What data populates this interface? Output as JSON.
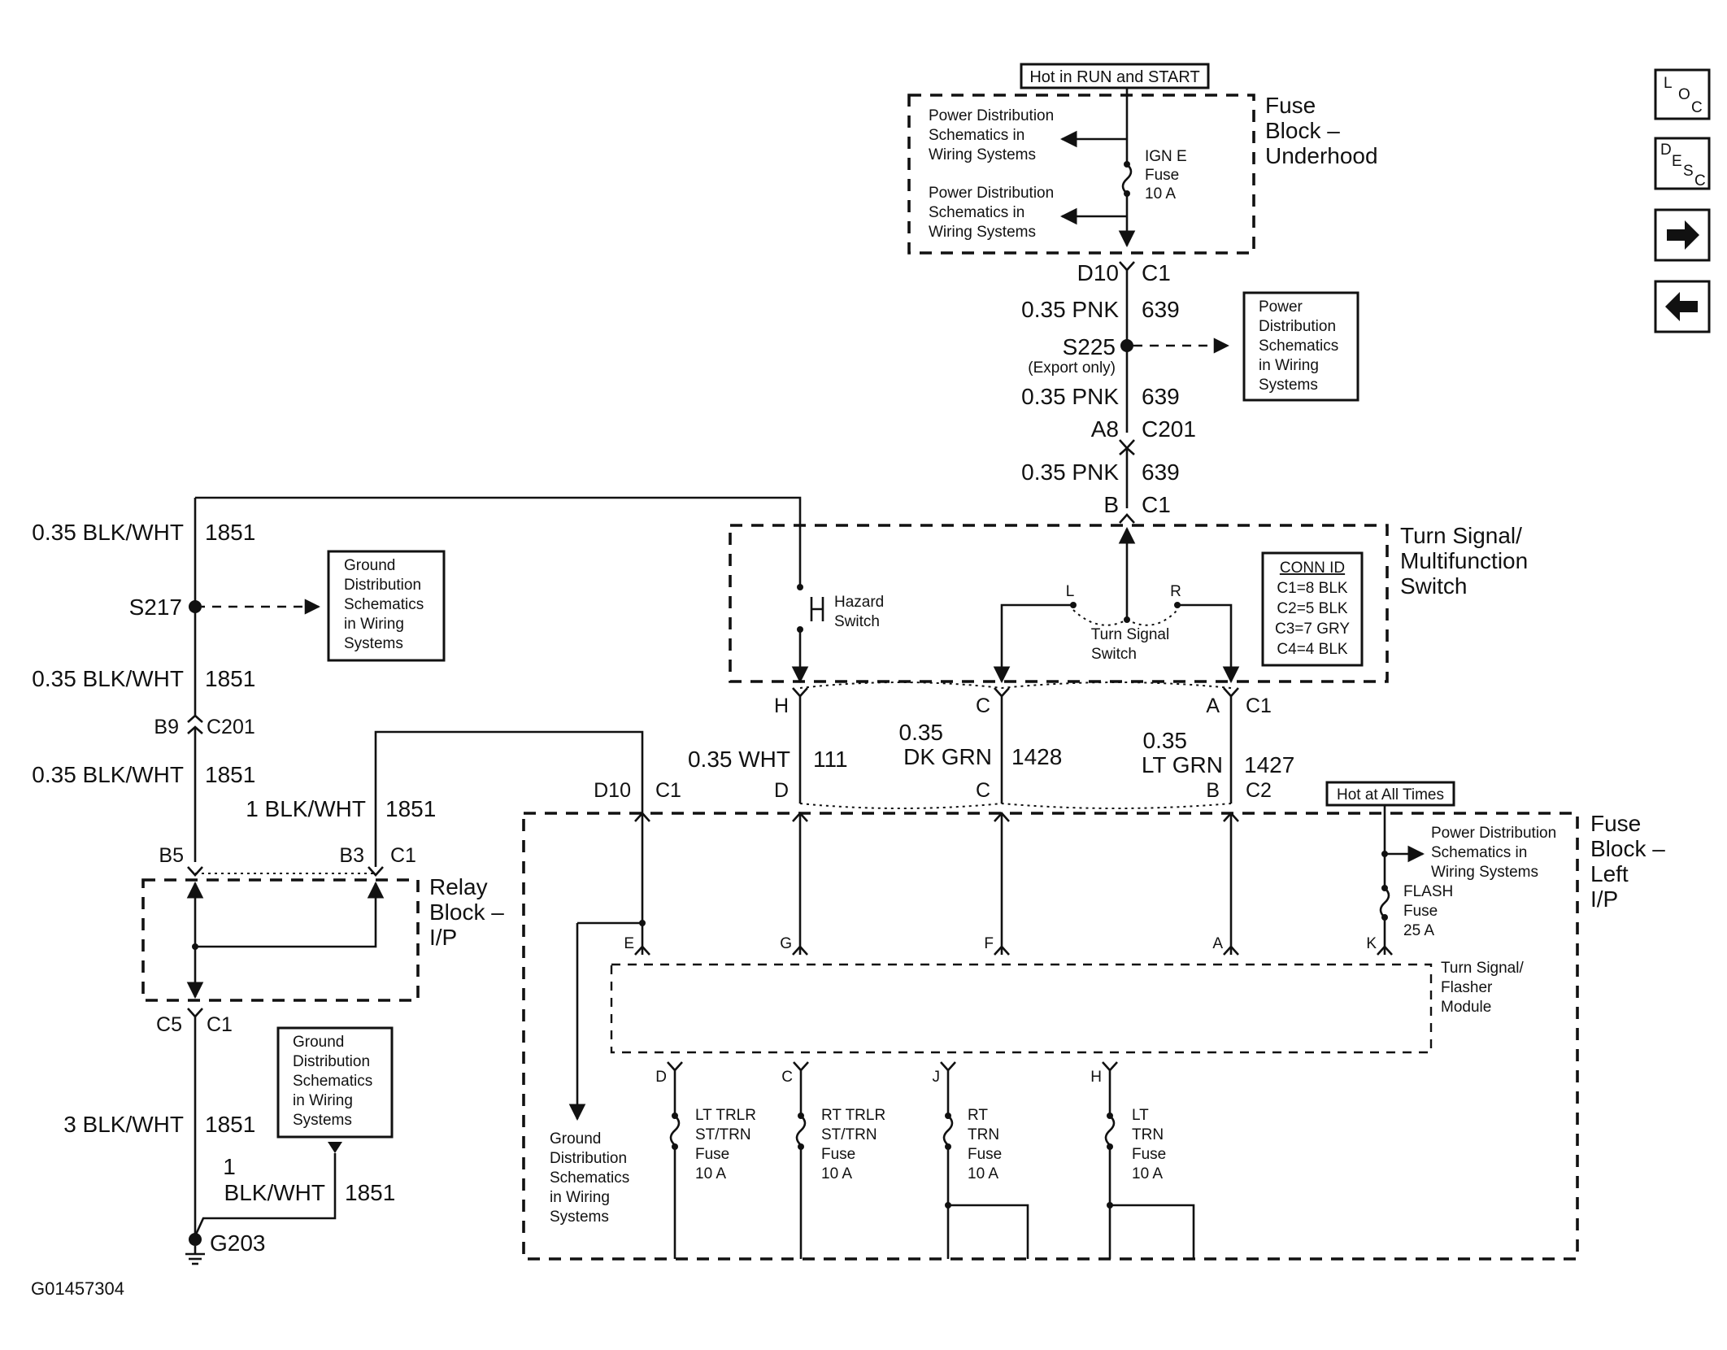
{
  "fuse_block_underhood": {
    "title": [
      "Fuse",
      "Block –",
      "Underhood"
    ],
    "hot_label": "Hot in RUN and START",
    "pd_ref_1": [
      "Power Distribution",
      "Schematics in",
      "Wiring Systems"
    ],
    "pd_ref_2": [
      "Power Distribution",
      "Schematics in",
      "Wiring Systems"
    ],
    "fuse": [
      "IGN E",
      "Fuse",
      "10 A"
    ],
    "conn_pin": "D10",
    "conn_id": "C1"
  },
  "feed": {
    "wire1_color": "0.35 PNK",
    "wire1_circuit": "639",
    "splice_name": "S225",
    "splice_note": "(Export only)",
    "pd_box": [
      "Power",
      "Distribution",
      "Schematics",
      "in Wiring",
      "Systems"
    ],
    "wire2_color": "0.35 PNK",
    "wire2_circuit": "639",
    "conn2_pin": "A8",
    "conn2_id": "C201",
    "wire3_color": "0.35 PNK",
    "wire3_circuit": "639",
    "conn3_pin": "B",
    "conn3_id": "C1"
  },
  "turn_signal_switch": {
    "title": [
      "Turn Signal/",
      "Multifunction",
      "Switch"
    ],
    "hazard_switch": [
      "Hazard",
      "Switch"
    ],
    "turn_switch": [
      "Turn Signal",
      "Switch"
    ],
    "pos_left": "L",
    "pos_right": "R",
    "conn_table_header": "CONN ID",
    "conn_table_rows": [
      "C1=8 BLK",
      "C2=5 BLK",
      "C3=7 GRY",
      "C4=4 BLK"
    ],
    "pin_h": "H",
    "pin_c": "C",
    "pin_a": "A",
    "conn_c1": "C1"
  },
  "mid_wires": {
    "w111_color": "0.35 WHT",
    "w111_circuit": "111",
    "w1428_gauge": "0.35",
    "w1428_color": "DK GRN",
    "w1428_circuit": "1428",
    "w1427_gauge": "0.35",
    "w1427_color": "LT GRN",
    "w1427_circuit": "1427",
    "pin_d10": "D10",
    "conn_c1": "C1",
    "pin_d": "D",
    "pin_c": "C",
    "pin_b": "B",
    "conn_c2": "C2"
  },
  "fuse_block_left": {
    "title": [
      "Fuse",
      "Block –",
      "Left",
      "I/P"
    ],
    "hot_label": "Hot at All Times",
    "pd_ref": [
      "Power Distribution",
      "Schematics in",
      "Wiring Systems"
    ],
    "flash_fuse": [
      "FLASH",
      "Fuse",
      "25 A"
    ],
    "flasher_module": [
      "Turn Signal/",
      "Flasher",
      "Module"
    ],
    "pins_top": [
      "E",
      "G",
      "F",
      "A",
      "K"
    ],
    "pins_bottom": [
      "D",
      "C",
      "J",
      "H"
    ],
    "fuse_lt_trlr": [
      "LT TRLR",
      "ST/TRN",
      "Fuse",
      "10 A"
    ],
    "fuse_rt_trlr": [
      "RT TRLR",
      "ST/TRN",
      "Fuse",
      "10 A"
    ],
    "fuse_rt_trn": [
      "RT",
      "TRN",
      "Fuse",
      "10 A"
    ],
    "fuse_lt_trn": [
      "LT",
      "TRN",
      "Fuse",
      "10 A"
    ],
    "gd_ref": [
      "Ground",
      "Distribution",
      "Schematics",
      "in Wiring",
      "Systems"
    ]
  },
  "left_branch": {
    "w1_color": "0.35 BLK/WHT",
    "w1_circuit": "1851",
    "splice_name": "S217",
    "gd_box_1": [
      "Ground",
      "Distribution",
      "Schematics",
      "in Wiring",
      "Systems"
    ],
    "w2_color": "0.35 BLK/WHT",
    "w2_circuit": "1851",
    "conn_b9": "B9",
    "conn_c201": "C201",
    "w3_color": "0.35 BLK/WHT",
    "w3_circuit": "1851",
    "w4_color": "1 BLK/WHT",
    "w4_circuit": "1851",
    "pin_b5": "B5",
    "pin_b3": "B3",
    "conn_c1": "C1",
    "relay_title": [
      "Relay",
      "Block –",
      "I/P"
    ],
    "pin_c5": "C5",
    "conn_c1b": "C1",
    "w5_color": "3 BLK/WHT",
    "w5_circuit": "1851",
    "gd_box_2": [
      "Ground",
      "Distribution",
      "Schematics",
      "in Wiring",
      "Systems"
    ],
    "w6_gauge": "1",
    "w6_color": "BLK/WHT",
    "w6_circuit": "1851",
    "ground_name": "G203"
  },
  "figure_id": "G01457304",
  "nav": {
    "loc": [
      "L",
      "O",
      "C"
    ],
    "desc": [
      "D",
      "E",
      "S",
      "C"
    ],
    "next_icon": "arrow-right-icon",
    "prev_icon": "arrow-left-icon"
  }
}
